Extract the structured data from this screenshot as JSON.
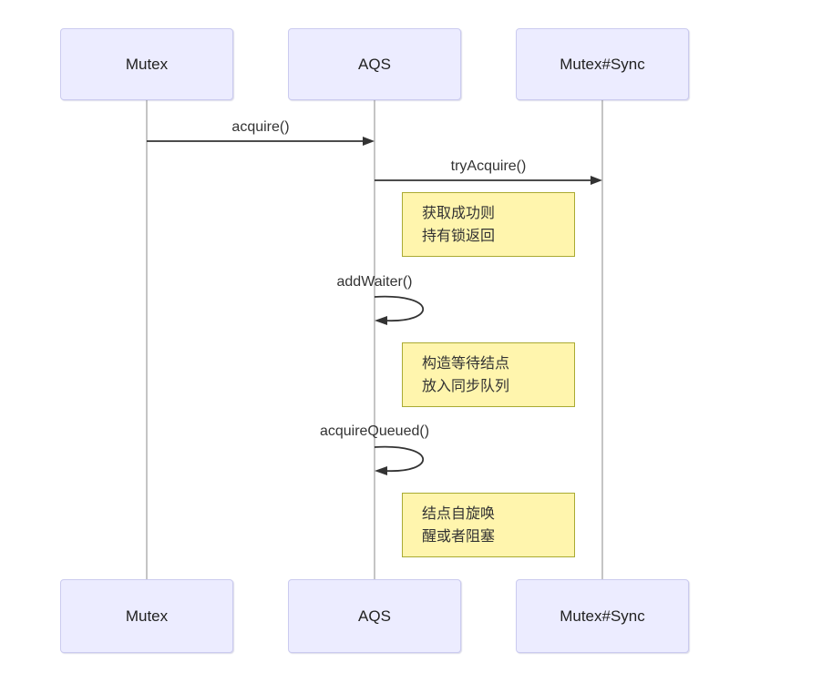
{
  "diagram": {
    "kind": "sequence-diagram",
    "actors": [
      {
        "id": "mutex",
        "name": "Mutex"
      },
      {
        "id": "aqs",
        "name": "AQS"
      },
      {
        "id": "mutex-sync",
        "name": "Mutex#Sync"
      }
    ],
    "messages": [
      {
        "label": "acquire()",
        "from": "Mutex",
        "to": "AQS",
        "style": "solid-arrow"
      },
      {
        "label": "tryAcquire()",
        "from": "AQS",
        "to": "Mutex#Sync",
        "style": "solid-arrow"
      },
      {
        "label": "addWaiter()",
        "from": "AQS",
        "to": "AQS",
        "style": "self-loop"
      },
      {
        "label": "acquireQueued()",
        "from": "AQS",
        "to": "AQS",
        "style": "self-loop"
      }
    ],
    "notes": [
      {
        "position": "right of AQS",
        "lines": [
          "获取成功则",
          "持有锁返回"
        ]
      },
      {
        "position": "right of AQS",
        "lines": [
          "构造等待结点",
          "放入同步队列"
        ]
      },
      {
        "position": "right of AQS",
        "lines": [
          "结点自旋唤",
          "醒或者阻塞"
        ]
      }
    ],
    "colors": {
      "background": "#ffffff",
      "actor_fill": "#ECECFF",
      "actor_border": "#CBCBEF",
      "note_fill": "#FFF5AD",
      "note_border": "#AAAA33",
      "message_line": "#333333",
      "lifeline": "#A6A6A6",
      "text": "#333333"
    }
  }
}
